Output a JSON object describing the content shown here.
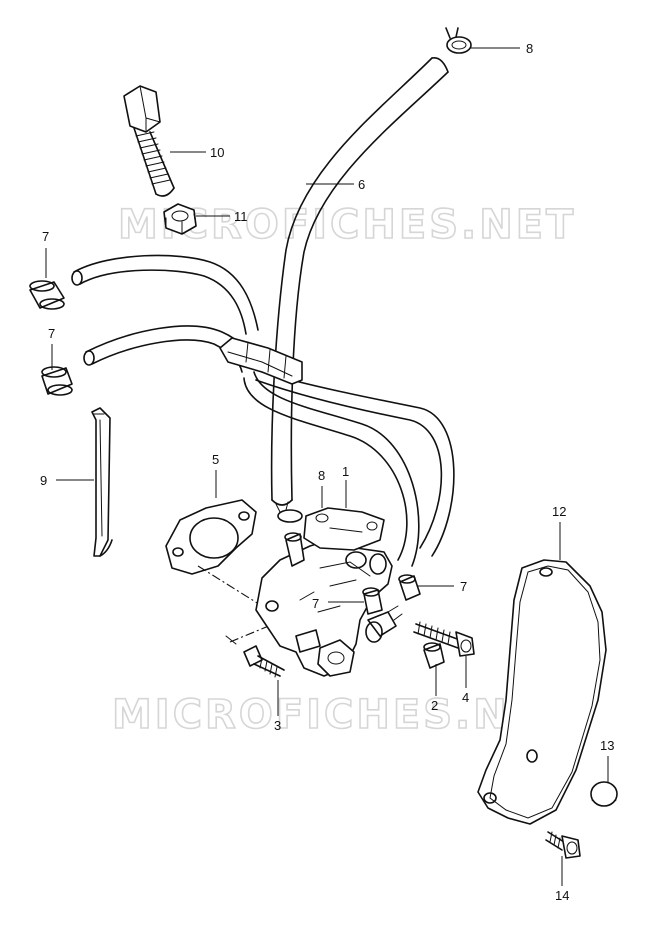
{
  "watermark": {
    "upper": "MICROFICHES.NET",
    "lower": "MICROFICHES.NET"
  },
  "callouts": {
    "c1": "1",
    "c2": "2",
    "c3": "3",
    "c4": "4",
    "c5": "5",
    "c6": "6",
    "c7a": "7",
    "c7b": "7",
    "c7c": "7",
    "c7d": "7",
    "c8a": "8",
    "c8b": "8",
    "c9": "9",
    "c10": "10",
    "c11": "11",
    "c12": "12",
    "c13": "13",
    "c14": "14"
  }
}
